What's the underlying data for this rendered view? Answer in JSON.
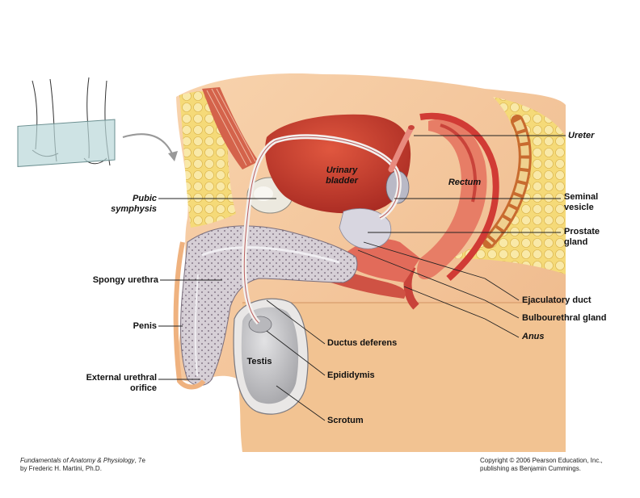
{
  "labels": {
    "ureter": "Ureter",
    "urinary_bladder": [
      "Urinary",
      "bladder"
    ],
    "rectum": "Rectum",
    "pubic_symphysis": [
      "Pubic",
      "symphysis"
    ],
    "seminal_vesicle": [
      "Seminal",
      "vesicle"
    ],
    "prostate_gland": [
      "Prostate",
      "gland"
    ],
    "spongy_urethra": "Spongy urethra",
    "ejaculatory_duct": "Ejaculatory duct",
    "bulbourethral_gland": "Bulbourethral gland",
    "anus": "Anus",
    "penis": "Penis",
    "ductus_deferens": "Ductus deferens",
    "testis": "Testis",
    "epididymis": "Epididymis",
    "external_urethral_orifice": [
      "External urethral",
      "orifice"
    ],
    "scrotum": "Scrotum"
  },
  "footer": {
    "book_title": "Fundamentals of Anatomy & Physiology",
    "edition": ", 7e",
    "author": "by Frederic H. Martini, Ph.D.",
    "copyright_line1": "Copyright © 2006 Pearson Education, Inc.,",
    "copyright_line2": "publishing as Benjamin Cummings."
  },
  "colors": {
    "flesh": "#f3c79a",
    "muscle": "#e2876a",
    "bladder": "#c8372c",
    "fat": "#f6e08a",
    "bone": "#e9e6dc",
    "erectile": "#cfc7cf",
    "testis": "#c5c5c8",
    "leader": "#222222"
  }
}
